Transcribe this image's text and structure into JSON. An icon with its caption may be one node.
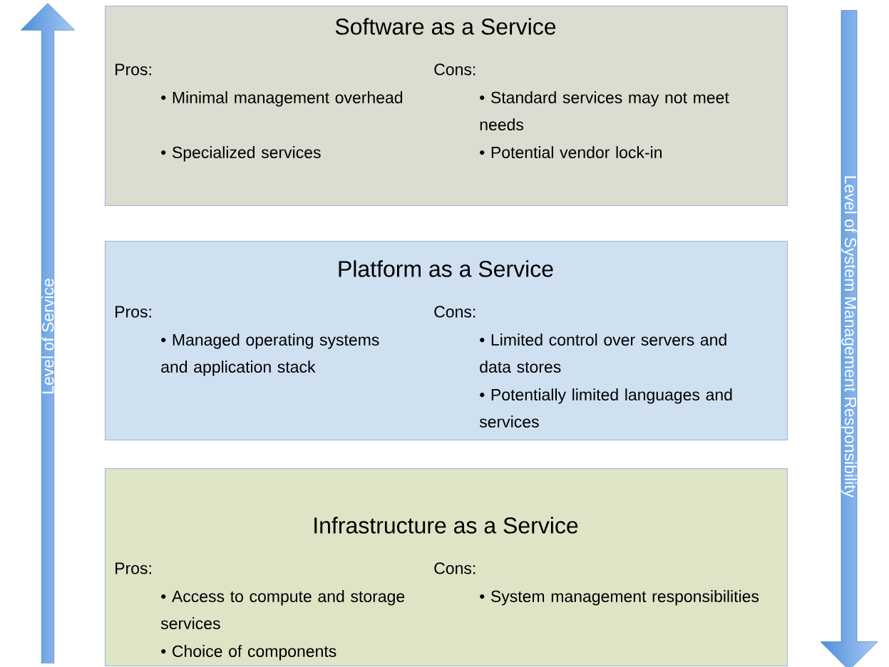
{
  "diagram": {
    "nodes": [
      {
        "text": [
          "Level of Service"
        ]
      },
      {
        "text": [
          "Software as a Service",
          "Pros:",
          "• Minimal management overhead",
          "• Specialized services",
          "Cons:",
          "• Standard services may not meet needs",
          "• Potential vendor lock-in"
        ]
      },
      {
        "text": [
          "Platform as a Service",
          "Pros:",
          "• Managed operating systems and application stack",
          "Cons:",
          "• Limited control over servers and data stores",
          "• Potentially limited languages and services"
        ]
      },
      {
        "text": [
          "Infrastructure as a Service",
          "Pros:",
          "• Access to compute and storage services",
          "• Choice of components",
          "Cons:",
          "• System management responsibilities"
        ]
      },
      {
        "text": [
          "Level of System Management Responsibility"
        ]
      }
    ]
  }
}
